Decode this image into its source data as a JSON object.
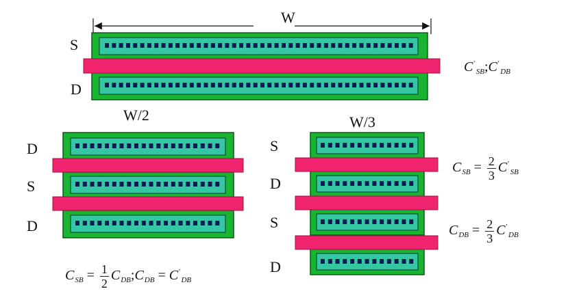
{
  "labels": {
    "width_full": "W",
    "width_half": "W/2",
    "width_third": "W/3",
    "top_source": "S",
    "top_drain": "D",
    "half_d1": "D",
    "half_s": "S",
    "half_d2": "D",
    "third_s1": "S",
    "third_d1": "D",
    "third_s2": "S",
    "third_d2": "D"
  },
  "equations": {
    "top": {
      "c1": "C",
      "p1": "'",
      "s1": "SB",
      "sep": ";",
      "c2": "C",
      "p2": "'",
      "s2": "DB"
    },
    "half": {
      "c1": "C",
      "s1": "SB",
      "eq1": "=",
      "num": "1",
      "den": "2",
      "c2": "C",
      "s2": "DB",
      "sep": ";",
      "c3": "C",
      "s3": "DB",
      "eq2": "=",
      "c4": "C",
      "p4": "'",
      "s4": "DB"
    },
    "third_sb": {
      "c1": "C",
      "s1": "SB",
      "eq": "=",
      "num": "2",
      "den": "3",
      "c2": "C",
      "p2": "'",
      "s2": "SB"
    },
    "third_db": {
      "c1": "C",
      "s1": "DB",
      "eq": "=",
      "num": "2",
      "den": "3",
      "c2": "C",
      "p2": "'",
      "s2": "DB"
    }
  },
  "colors": {
    "diffusion_green": "#19b432",
    "diffusion_outline": "#0a5a14",
    "contact_bar_cyan": "#35c7a3",
    "contact_square": "#0a1a55",
    "gate_pink": "#f0246e",
    "gate_outline": "#a0103e"
  }
}
